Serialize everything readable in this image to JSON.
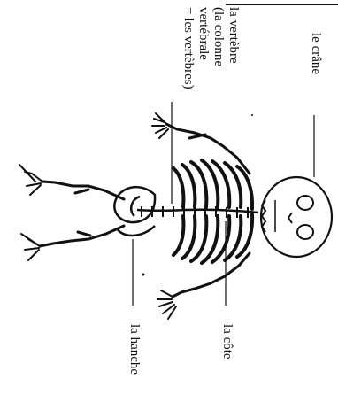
{
  "labels": {
    "skull": "le crâne",
    "vertebra": [
      "la vertèbre",
      "(la colonne",
      "vertébrale",
      "= les vertèbres)"
    ],
    "rib": "la côte",
    "hip": "la hanche"
  }
}
